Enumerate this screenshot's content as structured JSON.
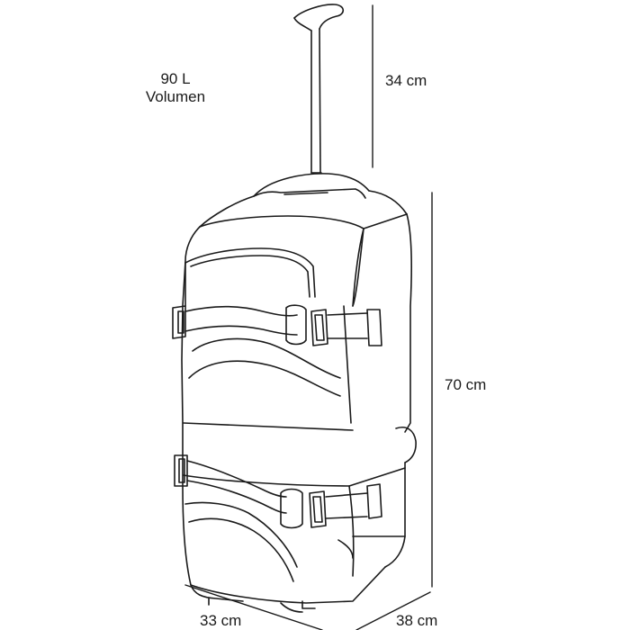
{
  "specs": {
    "volume_value": "90 L",
    "volume_label": "Volumen",
    "handle_height": "34 cm",
    "body_height": "70 cm",
    "width": "33 cm",
    "depth": "38 cm"
  },
  "colors": {
    "line": "#1a1a1a",
    "background": "#ffffff"
  }
}
